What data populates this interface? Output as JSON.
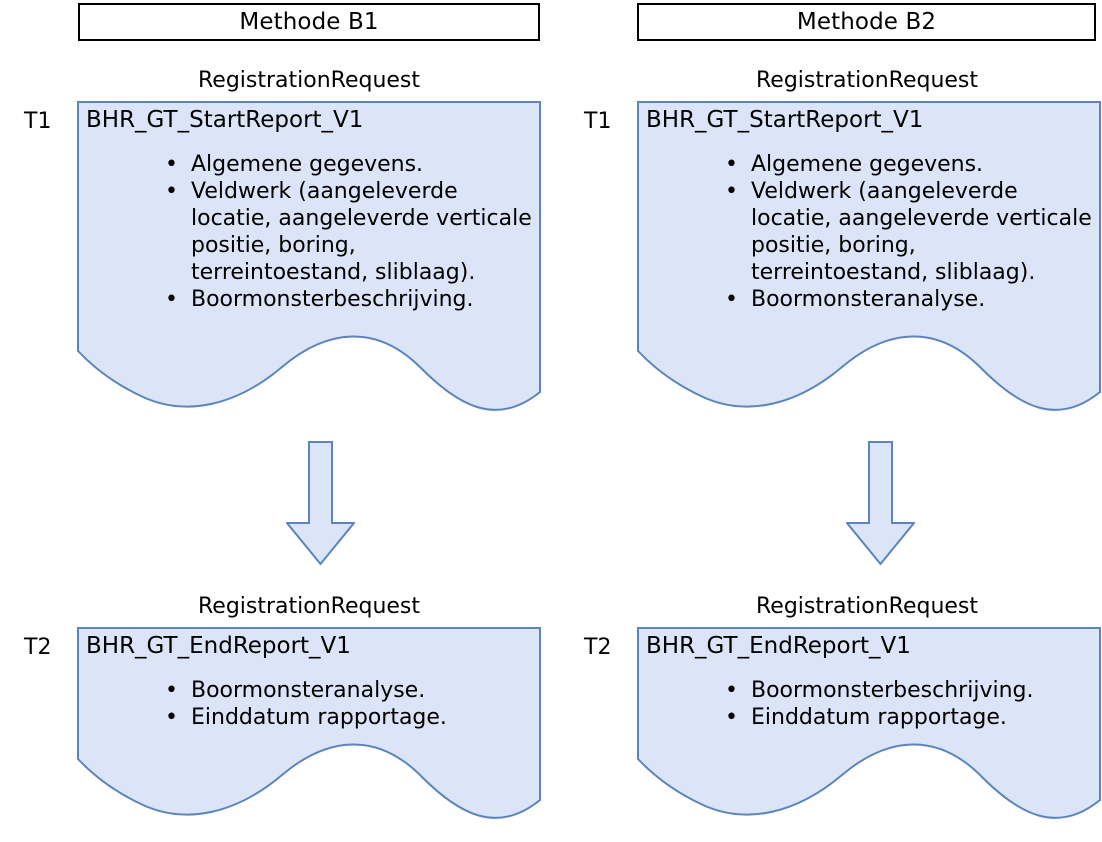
{
  "colors": {
    "shape_fill": "#dbe5f7",
    "shape_border": "#5c84bd",
    "header_border": "#000000",
    "text": "#000000",
    "background": "#ffffff"
  },
  "columns": [
    {
      "id": "b1",
      "header": "Methode B1",
      "steps": [
        {
          "time_label": "T1",
          "caption": "RegistrationRequest",
          "title": "BHR_GT_StartReport_V1",
          "bullets": [
            "Algemene gegevens.",
            "Veldwerk (aangeleverde locatie, aangeleverde verticale positie, boring, terreintoestand, sliblaag).",
            "Boormonsterbeschrijving."
          ]
        },
        {
          "time_label": "T2",
          "caption": "RegistrationRequest",
          "title": "BHR_GT_EndReport_V1",
          "bullets": [
            "Boormonsteranalyse.",
            "Einddatum rapportage."
          ]
        }
      ],
      "connector": "down-arrow"
    },
    {
      "id": "b2",
      "header": "Methode B2",
      "steps": [
        {
          "time_label": "T1",
          "caption": "RegistrationRequest",
          "title": "BHR_GT_StartReport_V1",
          "bullets": [
            "Algemene gegevens.",
            "Veldwerk (aangeleverde locatie, aangeleverde verticale positie, boring, terreintoestand, sliblaag).",
            "Boormonsteranalyse."
          ]
        },
        {
          "time_label": "T2",
          "caption": "RegistrationRequest",
          "title": "BHR_GT_EndReport_V1",
          "bullets": [
            "Boormonsterbeschrijving.",
            "Einddatum rapportage."
          ]
        }
      ],
      "connector": "down-arrow"
    }
  ]
}
